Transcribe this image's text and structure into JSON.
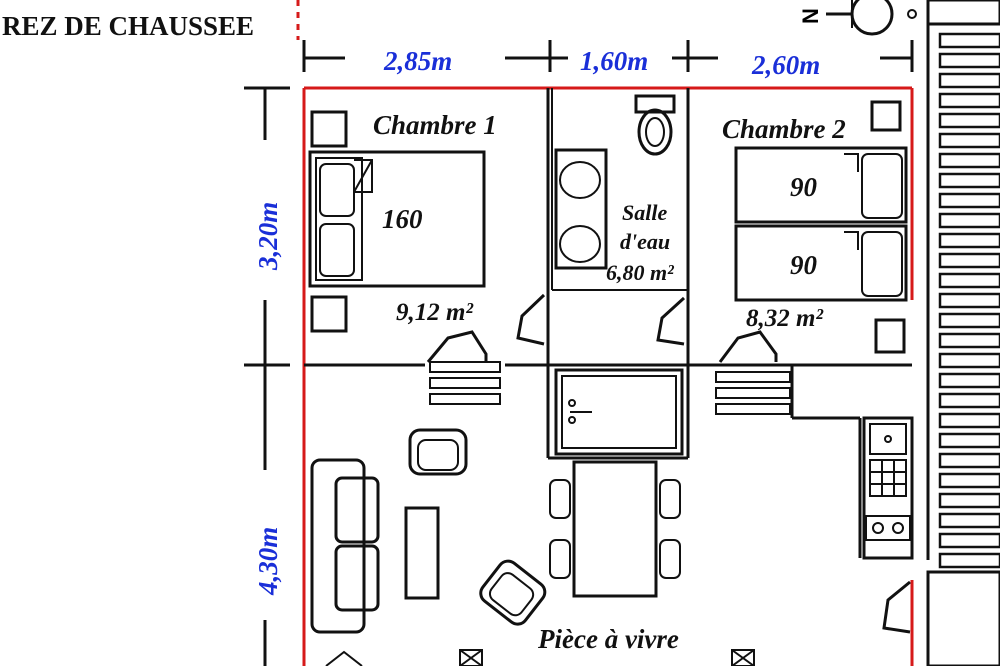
{
  "title": "REZ DE CHAUSSEE",
  "dimensions": {
    "width_1": "2,85m",
    "width_2": "1,60m",
    "width_3": "2,60m",
    "height_1": "3,20m",
    "height_2": "4,30m"
  },
  "rooms": {
    "chambre1": {
      "name": "Chambre 1",
      "area": "9,12 m²",
      "bed": "160"
    },
    "salle": {
      "line1": "Salle",
      "line2": "d'eau",
      "area": "6,80 m²"
    },
    "chambre2": {
      "name": "Chambre 2",
      "area": "8,32 m²",
      "bed_a": "90",
      "bed_b": "90"
    },
    "piece": {
      "name": "Pièce à vivre"
    }
  },
  "compass": {
    "letter": "N"
  },
  "colors": {
    "dimension_text": "#1a2fd8",
    "outline": "#d61a1a",
    "walls": "#111111"
  }
}
